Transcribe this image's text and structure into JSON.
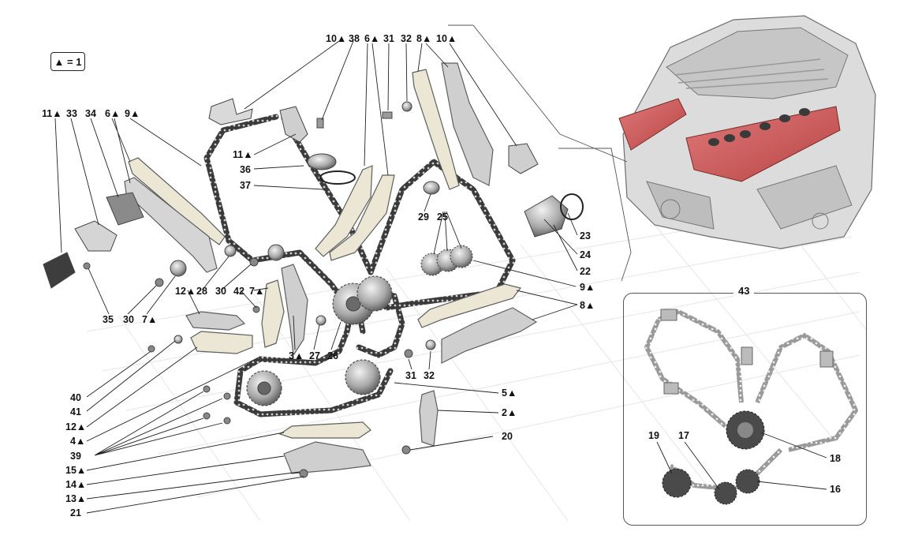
{
  "legend": {
    "text": "▲ = 1"
  },
  "inset": {
    "label": "43"
  },
  "callouts": [
    {
      "id": "c-10a",
      "text": "10▲"
    },
    {
      "id": "c-38",
      "text": "38"
    },
    {
      "id": "c-6a",
      "text": "6▲"
    },
    {
      "id": "c-31a",
      "text": "31"
    },
    {
      "id": "c-32a",
      "text": "32"
    },
    {
      "id": "c-8a",
      "text": "8▲"
    },
    {
      "id": "c-10b",
      "text": "10▲"
    },
    {
      "id": "c-11a",
      "text": "11▲"
    },
    {
      "id": "c-33",
      "text": "33"
    },
    {
      "id": "c-34",
      "text": "34"
    },
    {
      "id": "c-6b",
      "text": "6▲"
    },
    {
      "id": "c-9a",
      "text": "9▲"
    },
    {
      "id": "c-11b",
      "text": "11▲"
    },
    {
      "id": "c-36",
      "text": "36"
    },
    {
      "id": "c-37",
      "text": "37"
    },
    {
      "id": "c-29",
      "text": "29"
    },
    {
      "id": "c-25",
      "text": "25"
    },
    {
      "id": "c-23",
      "text": "23"
    },
    {
      "id": "c-24",
      "text": "24"
    },
    {
      "id": "c-22",
      "text": "22"
    },
    {
      "id": "c-9b",
      "text": "9▲"
    },
    {
      "id": "c-8b",
      "text": "8▲"
    },
    {
      "id": "c-35",
      "text": "35"
    },
    {
      "id": "c-30a",
      "text": "30"
    },
    {
      "id": "c-7a",
      "text": "7▲"
    },
    {
      "id": "c-12a",
      "text": "12▲"
    },
    {
      "id": "c-28",
      "text": "28"
    },
    {
      "id": "c-30b",
      "text": "30"
    },
    {
      "id": "c-42",
      "text": "42"
    },
    {
      "id": "c-7b",
      "text": "7▲"
    },
    {
      "id": "c-3",
      "text": "3▲"
    },
    {
      "id": "c-27",
      "text": "27"
    },
    {
      "id": "c-26",
      "text": "26"
    },
    {
      "id": "c-31b",
      "text": "31"
    },
    {
      "id": "c-32b",
      "text": "32"
    },
    {
      "id": "c-5",
      "text": "5▲"
    },
    {
      "id": "c-2",
      "text": "2▲"
    },
    {
      "id": "c-20",
      "text": "20"
    },
    {
      "id": "c-40",
      "text": "40"
    },
    {
      "id": "c-41",
      "text": "41"
    },
    {
      "id": "c-12b",
      "text": "12▲"
    },
    {
      "id": "c-4",
      "text": "4▲"
    },
    {
      "id": "c-39",
      "text": "39"
    },
    {
      "id": "c-15",
      "text": "15▲"
    },
    {
      "id": "c-14",
      "text": "14▲"
    },
    {
      "id": "c-13",
      "text": "13▲"
    },
    {
      "id": "c-21",
      "text": "21"
    },
    {
      "id": "c-19",
      "text": "19"
    },
    {
      "id": "c-17",
      "text": "17"
    },
    {
      "id": "c-18",
      "text": "18"
    },
    {
      "id": "c-16",
      "text": "16"
    }
  ]
}
